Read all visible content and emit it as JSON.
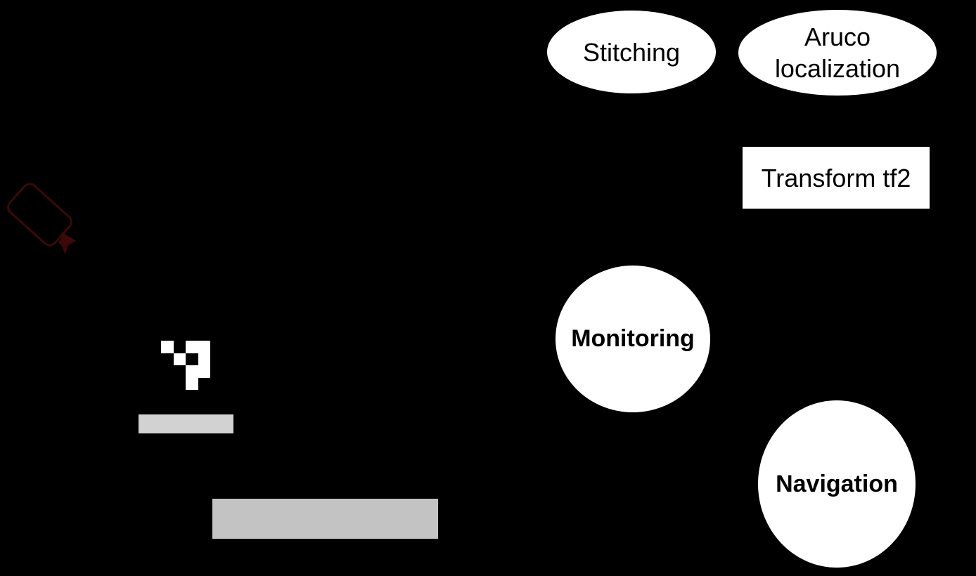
{
  "diagram": {
    "background_color": "#000000",
    "nodes": {
      "stitching": {
        "label": "Stitching",
        "shape": "ellipse"
      },
      "aruco": {
        "label": "Aruco\nlocalization",
        "shape": "ellipse"
      },
      "transform": {
        "label": "Transform tf2",
        "shape": "rect"
      },
      "monitoring": {
        "label": "Monitoring",
        "shape": "circle"
      },
      "navigation": {
        "label": "Navigation",
        "shape": "ellipse"
      }
    },
    "icons": {
      "camera": {
        "name": "camera-icon",
        "color": "#3b0908"
      },
      "aruco_marker": {
        "name": "aruco-marker-icon",
        "rows": 4,
        "cols": 4,
        "pattern": [
          "1011",
          "0101",
          "0011",
          "0010"
        ],
        "cell_color": "#ffffff"
      }
    },
    "shapes": {
      "gray_bar_small": {
        "color": "#d2d2d2"
      },
      "gray_bar_large": {
        "color": "#c3c3c3"
      }
    },
    "colors": {
      "node_fill": "#ffffff",
      "node_text": "#000000"
    }
  }
}
